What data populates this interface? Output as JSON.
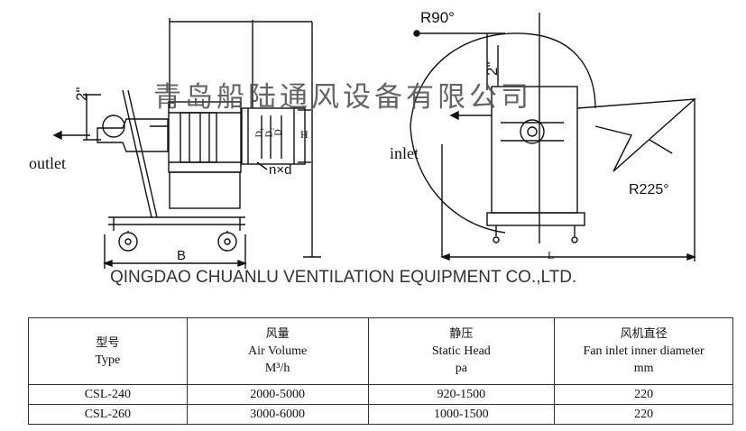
{
  "drawing": {
    "left_view": {
      "dim_height": "2\"",
      "label_outlet": "outlet",
      "label_B": "B",
      "label_holes": "n×d",
      "label_D1": "D₁",
      "label_D2": "D₂",
      "label_D": "D",
      "label_H": "H"
    },
    "right_view": {
      "label_r90": "R90°",
      "dim_height": "2\"",
      "label_inlet": "inlet",
      "label_r225": "R225°",
      "label_L": "L"
    }
  },
  "watermark": {
    "company_cn": "青岛船陆通风设备有限公司",
    "company_en": "QINGDAO CHUANLU VENTILATION EQUIPMENT CO.,LTD."
  },
  "table": {
    "headers": [
      {
        "cn": "型号",
        "en": "Type",
        "unit": ""
      },
      {
        "cn": "风量",
        "en": "Air Volume",
        "unit": "M³/h"
      },
      {
        "cn": "静压",
        "en": "Static Head",
        "unit": "pa"
      },
      {
        "cn": "风机直径",
        "en": "Fan inlet inner diameter",
        "unit": "mm"
      }
    ],
    "rows": [
      [
        "CSL-240",
        "2000-5000",
        "920-1500",
        "220"
      ],
      [
        "CSL-260",
        "3000-6000",
        "1000-1500",
        "220"
      ]
    ]
  }
}
